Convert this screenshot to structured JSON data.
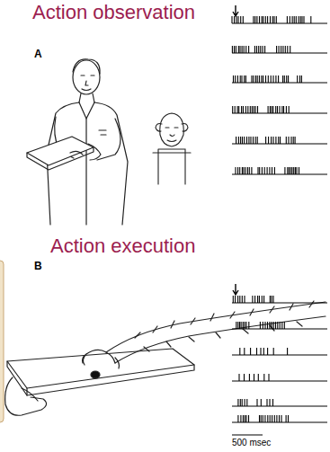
{
  "diagram": {
    "labels": [
      "Action observation",
      "A",
      "Action execution",
      "B",
      "500 msec"
    ]
  }
}
